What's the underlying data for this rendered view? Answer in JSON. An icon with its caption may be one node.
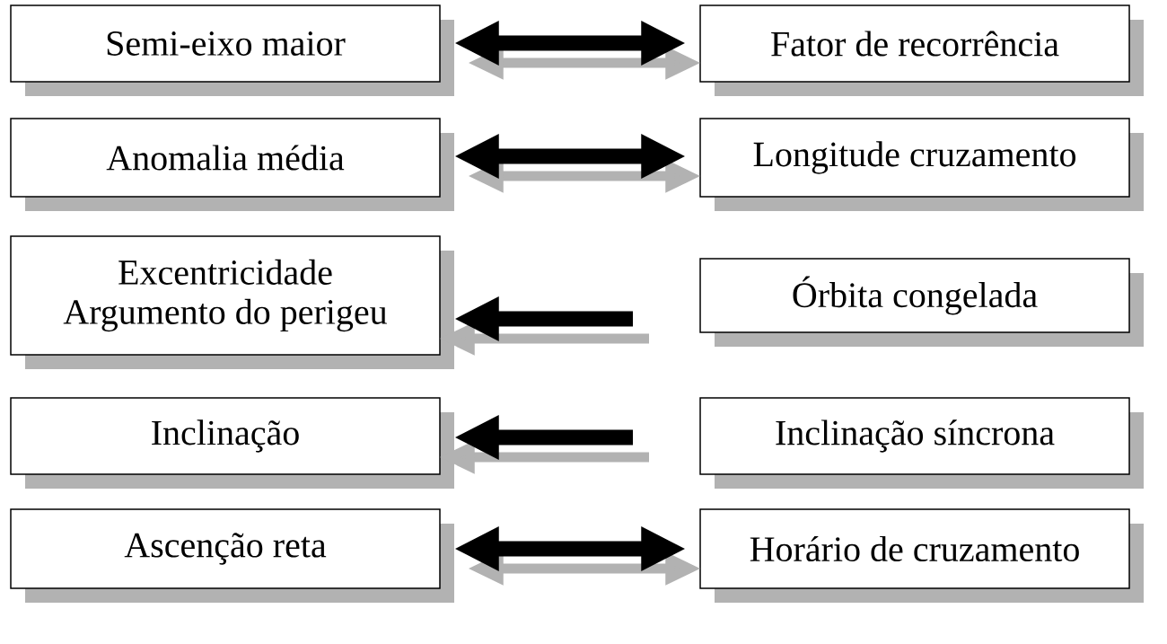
{
  "diagram": {
    "nodes": [
      {
        "text": [
          "Semi-eixo maior"
        ]
      },
      {
        "text": [
          "Fator de recorrência"
        ]
      },
      {
        "text": [
          "Anomalia média"
        ]
      },
      {
        "text": [
          "Longitude cruzamento"
        ]
      },
      {
        "text": [
          "Excentricidade",
          "Argumento do perigeu"
        ]
      },
      {
        "text": [
          "Órbita congelada"
        ]
      },
      {
        "text": [
          "Inclinação"
        ]
      },
      {
        "text": [
          "Inclinação síncrona"
        ]
      },
      {
        "text": [
          "Ascenção reta"
        ]
      },
      {
        "text": [
          "Horário de cruzamento"
        ]
      }
    ],
    "edges": [
      {
        "from": 0,
        "to": 1,
        "arrow": "both"
      },
      {
        "from": 2,
        "to": 3,
        "arrow": "both"
      },
      {
        "from": null,
        "to": 4,
        "arrow": "to"
      },
      {
        "from": null,
        "to": 6,
        "arrow": "to"
      },
      {
        "from": 8,
        "to": 9,
        "arrow": "both"
      }
    ]
  }
}
